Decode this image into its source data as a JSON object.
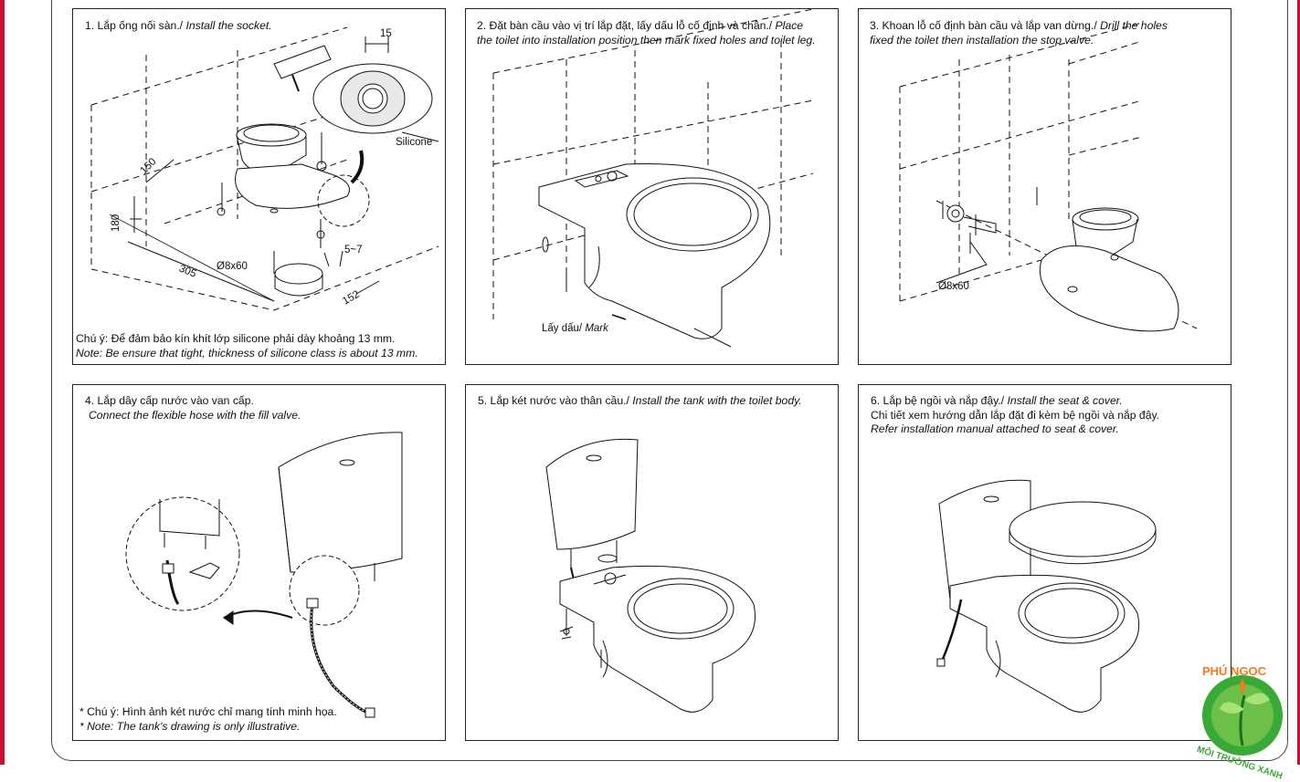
{
  "panels": [
    {
      "step_vi": "1. Lắp ống nối sàn./",
      "step_en": " Install the socket.",
      "labels": {
        "d15": "15",
        "silicone": "Silicone",
        "d150": "150",
        "d180": "180",
        "d305": "305",
        "bolt": "Ø8x60",
        "gap": "5~7",
        "d152": "152"
      },
      "note_vi": "Chú ý: Để đảm bảo kín khít lớp silicone phải dày khoảng 13 mm.",
      "note_en": "Note:  Be ensure that tight, thickness of silicone class is about 13 mm."
    },
    {
      "step_vi": "2. Đặt bàn cầu vào vị trí lắp đặt, lấy dấu lỗ cố định và chân./",
      "step_en": " Place",
      "step_en2": "the toilet into installation position then mark fixed holes and toilet leg.",
      "labels": {
        "mark_vi": "Lấy dấu/",
        "mark_en": " Mark"
      }
    },
    {
      "step_vi": "3. Khoan lỗ cố định bàn cầu và lắp van dừng./",
      "step_en": " Drill the holes",
      "step_en2": "fixed the toilet then installation the stop valve.",
      "labels": {
        "bolt": "Ø8x60"
      }
    },
    {
      "step_vi": "4. Lắp dây cấp nước vào van cấp.",
      "step_en": "Connect the flexible hose with the fill valve.",
      "note_vi": "* Chú ý: Hình ảnh két nước chỉ mang tính minh họa.",
      "note_en": "* Note: The tank's drawing is only illustrative."
    },
    {
      "step_vi": "5. Lắp két nước vào thân cầu./",
      "step_en": " Install the tank with the toilet body."
    },
    {
      "step_vi": "6. Lắp bệ ngồi và nắp đậy./",
      "step_en": " Install the seat & cover.",
      "step_vi2": "Chi tiết xem hướng dẫn lắp đặt đi kèm bệ ngồi và nắp đậy.",
      "step_en2": "Refer installation manual attached to seat & cover."
    }
  ],
  "logo": {
    "top_text": "PHÚ NGỌC",
    "bottom_text": "MÔI TRƯỜNG XANH"
  },
  "colors": {
    "frame": "#c8102e",
    "logo_green": "#3aa935",
    "logo_orange": "#f07b1e",
    "logo_gold": "#f2c200"
  }
}
